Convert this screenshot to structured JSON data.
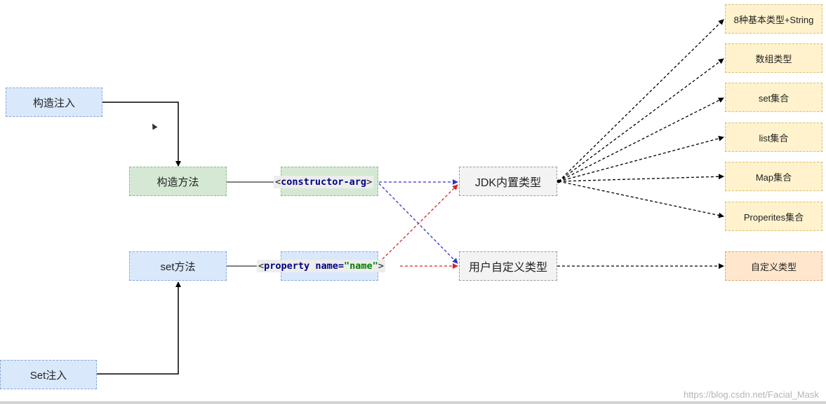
{
  "diagram": {
    "nodes": {
      "constructor_injection": "构造注入",
      "set_injection": "Set注入",
      "constructor_method": "构造方法",
      "set_method": "set方法",
      "jdk_types": "JDK内置类型",
      "user_types": "用户自定义类型",
      "primitive_string": "8种基本类型+String",
      "array_type": "数组类型",
      "set_collection": "set集合",
      "list_collection": "list集合",
      "map_collection": "Map集合",
      "properties_collection": "Properites集合",
      "custom_type": "自定义类型"
    },
    "code": {
      "constructor_arg": {
        "open": "<",
        "tag": "constructor-arg",
        "close": ">"
      },
      "property": {
        "open": "<",
        "tag": "property",
        "attr": "name=",
        "value": "\"name\"",
        "close": ">"
      }
    },
    "watermark": "https://blog.csdn.net/Facial_Mask",
    "colors": {
      "black_edge": "#000000",
      "blue_edge": "#3333cc",
      "red_edge": "#dd2222",
      "blue_fill": "#dae8fc",
      "green_fill": "#d5e8d4",
      "gray_fill": "#f3f3f3",
      "yellow_fill": "#fff2cc",
      "orange_fill": "#ffe6cc"
    }
  }
}
